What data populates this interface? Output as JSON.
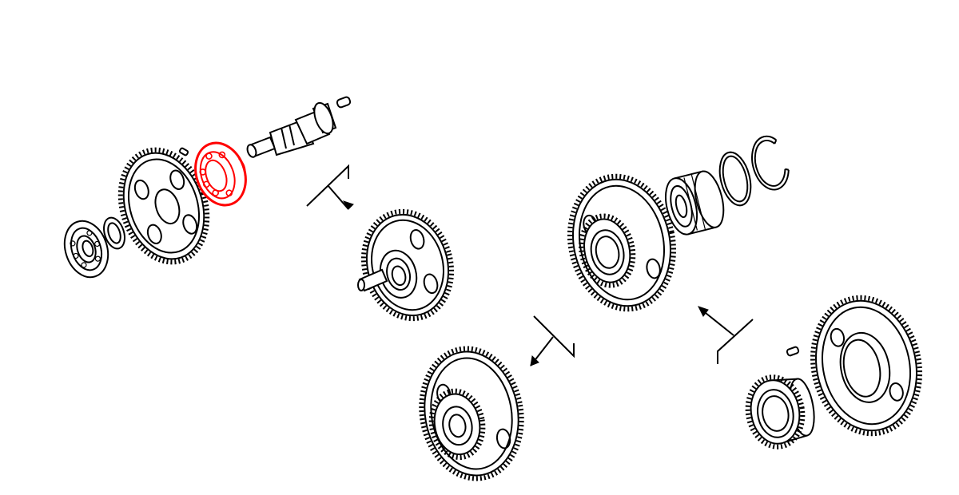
{
  "diagram": {
    "highlight_color": "#ff0000",
    "line_color": "#000000",
    "background": "#ffffff",
    "parts": [
      "bearing-left",
      "spacer-ring",
      "large-gear-left",
      "key-small",
      "bearing-highlighted",
      "shaft",
      "key-shaft",
      "gear-assembly-center-top",
      "gear-assembly-center-bottom",
      "cluster-gear-right-top",
      "needle-bearing-right",
      "snap-ring-inner",
      "snap-ring-outer",
      "pinion-gear-right",
      "large-gear-right",
      "key-right"
    ],
    "arrows": [
      "arrow-to-center-top",
      "arrow-to-center-bottom",
      "arrow-to-right-top"
    ]
  }
}
